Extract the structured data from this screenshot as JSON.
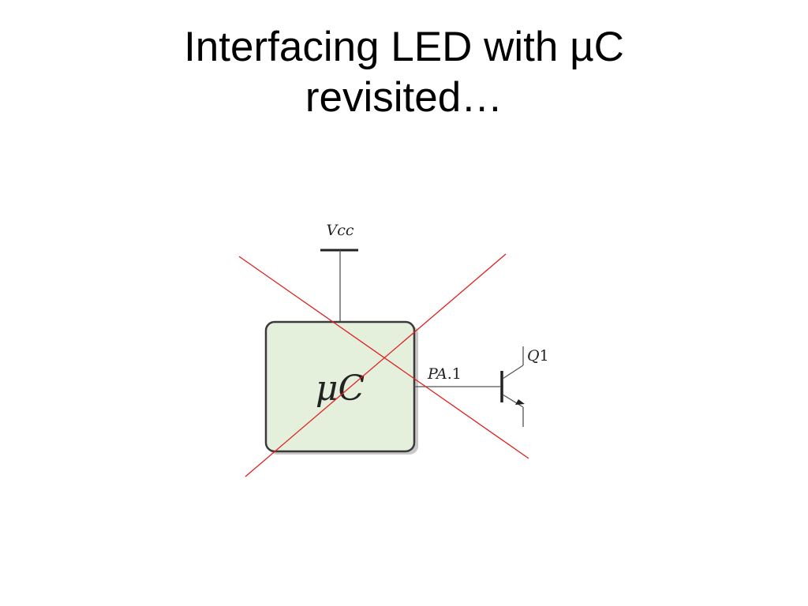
{
  "slide": {
    "title_line1": "Interfacing LED with µC",
    "title_line2": "revisited…"
  },
  "diagram": {
    "vcc_label": "Vcc",
    "uc_mu": "μ",
    "uc_c": "C",
    "pin_label_italic": "PA",
    "pin_label_num": ".1",
    "transistor_label_italic": "Q",
    "transistor_label_num": "1",
    "colors": {
      "uc_fill": "#e4f0dc",
      "uc_stroke": "#3a3a3a",
      "shadow": "#c8c8c8",
      "wire": "#555555",
      "cross": "#e02020"
    }
  }
}
